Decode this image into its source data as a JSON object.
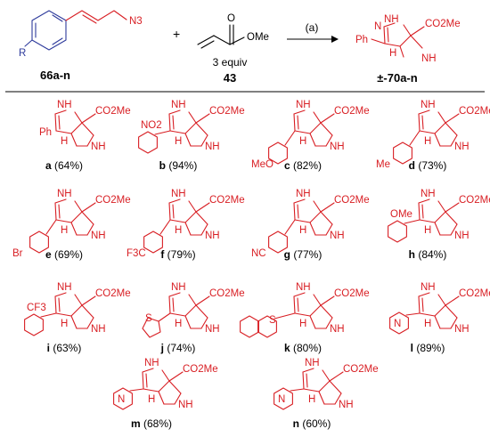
{
  "colors": {
    "structure": "#d81e23",
    "aryl_highlight": "#2e3b9c",
    "text": "#000000"
  },
  "header": {
    "substrate": {
      "n3_label": "N3",
      "r_label": "R",
      "compound_label": "66a-n"
    },
    "plus_sign": "+",
    "acrylate": {
      "ome_label": "OMe",
      "o_label": "O",
      "equiv_label": "3 equiv",
      "compound_label": "43"
    },
    "arrow_label": "(a)",
    "product": {
      "pm_label": "±-70a-n",
      "co2me_label": "CO2Me",
      "h_label": "H",
      "nh_label": "NH",
      "n_label": "N",
      "ph_label": "Ph"
    }
  },
  "compounds": [
    {
      "letter": "a",
      "yield": "(64%)",
      "aryl_label": "Ph"
    },
    {
      "letter": "b",
      "yield": "(94%)",
      "aryl_label": "NO2"
    },
    {
      "letter": "c",
      "yield": "(82%)",
      "aryl_label": "MeO"
    },
    {
      "letter": "d",
      "yield": "(73%)",
      "aryl_label": "Me"
    },
    {
      "letter": "e",
      "yield": "(69%)",
      "aryl_label": "Br"
    },
    {
      "letter": "f",
      "yield": "(79%)",
      "aryl_label": "F3C"
    },
    {
      "letter": "g",
      "yield": "(77%)",
      "aryl_label": "NC"
    },
    {
      "letter": "h",
      "yield": "(84%)",
      "aryl_label": "OMe"
    },
    {
      "letter": "i",
      "yield": "(63%)",
      "aryl_label": "CF3"
    },
    {
      "letter": "j",
      "yield": "(74%)",
      "aryl_label": "S"
    },
    {
      "letter": "k",
      "yield": "(80%)",
      "aryl_label": "S"
    },
    {
      "letter": "l",
      "yield": "(89%)",
      "aryl_label": "N"
    },
    {
      "letter": "m",
      "yield": "(68%)",
      "aryl_label": "N"
    },
    {
      "letter": "n",
      "yield": "(60%)",
      "aryl_label": "N"
    }
  ]
}
